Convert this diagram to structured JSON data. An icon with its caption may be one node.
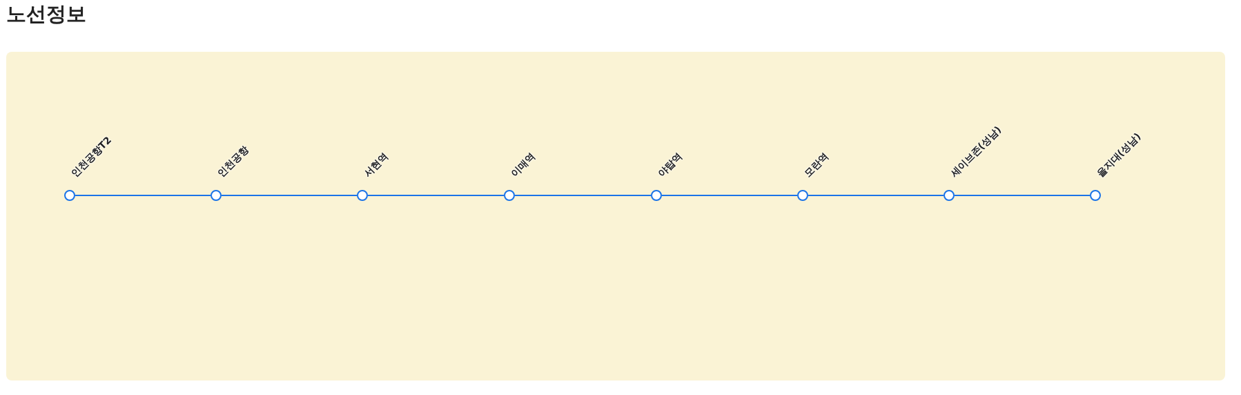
{
  "diagram": {
    "title": "노선정보",
    "nodes": [
      {
        "text": [],
        "shape": "circle",
        "beside": [
          "인천공항T2"
        ]
      },
      {
        "text": [],
        "shape": "circle",
        "beside": [
          "인천공항"
        ]
      },
      {
        "text": [],
        "shape": "circle",
        "beside": [
          "서현역"
        ]
      },
      {
        "text": [],
        "shape": "circle",
        "beside": [
          "이매역"
        ]
      },
      {
        "text": [],
        "shape": "circle",
        "beside": [
          "야탑역"
        ]
      },
      {
        "text": [],
        "shape": "circle",
        "beside": [
          "모란역"
        ]
      },
      {
        "text": [],
        "shape": "circle",
        "beside": [
          "세이브존(성남)"
        ]
      },
      {
        "text": [],
        "shape": "circle",
        "beside": [
          "을지대(성남)"
        ]
      }
    ],
    "edges": [
      {
        "from": 0,
        "to": 1,
        "arrow": "none"
      },
      {
        "from": 1,
        "to": 2,
        "arrow": "none"
      },
      {
        "from": 2,
        "to": 3,
        "arrow": "none"
      },
      {
        "from": 3,
        "to": 4,
        "arrow": "none"
      },
      {
        "from": 4,
        "to": 5,
        "arrow": "none"
      },
      {
        "from": 5,
        "to": 6,
        "arrow": "none"
      },
      {
        "from": 6,
        "to": 7,
        "arrow": "none"
      }
    ]
  }
}
